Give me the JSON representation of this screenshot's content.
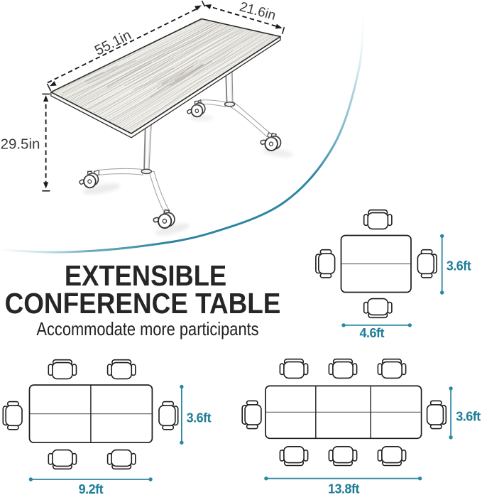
{
  "product": {
    "name": "Extensible Conference Table",
    "dimensions": {
      "length": "55.1in",
      "depth": "21.6in",
      "height": "29.5in"
    }
  },
  "heading": {
    "title_line1": "EXTENSIBLE",
    "title_line2": "CONFERENCE TABLE",
    "subtitle": "Accommodate more participants"
  },
  "layouts": {
    "single": {
      "tables": 1,
      "seats": 4,
      "width": "4.6ft",
      "depth": "3.6ft"
    },
    "double": {
      "tables": 2,
      "seats": 6,
      "width": "9.2ft",
      "depth": "3.6ft"
    },
    "triple": {
      "tables": 3,
      "seats": 8,
      "width": "13.8ft",
      "depth": "3.6ft"
    }
  },
  "colors": {
    "accent_teal": "#2d87a3",
    "label_teal": "#1e7d98",
    "ink": "#1c1c1c"
  }
}
